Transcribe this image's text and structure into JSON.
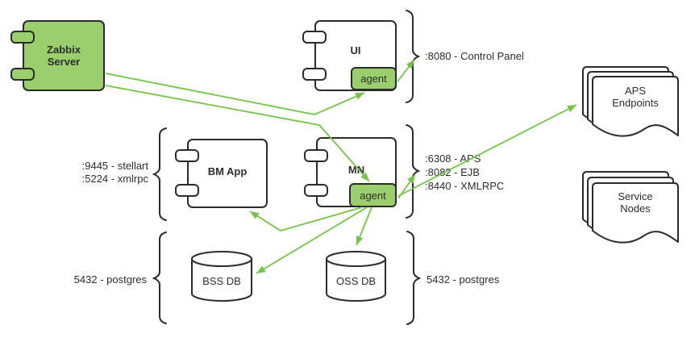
{
  "colors": {
    "component_fill": "#9bce6d",
    "arrow": "#77c24b",
    "stroke": "#2b2b2b"
  },
  "nodes": {
    "zabbix_server": {
      "label": "Zabbix Server"
    },
    "ui": {
      "label": "UI",
      "agent": "agent"
    },
    "bm_app": {
      "label": "BM App"
    },
    "mn": {
      "label": "MN",
      "agent": "agent"
    },
    "bss_db": {
      "label": "BSS DB"
    },
    "oss_db": {
      "label": "OSS DB"
    },
    "aps_endpoints": {
      "label": "APS Endpoints"
    },
    "service_nodes": {
      "label": "Service Nodes"
    }
  },
  "port_annotations": {
    "ui": {
      "lines": [
        ":8080 - Control Panel"
      ]
    },
    "bm_app": {
      "lines": [
        ":9445 - stellart",
        ":5224 - xmlrpc"
      ]
    },
    "mn": {
      "lines": [
        ":6308 - APS",
        ":8082 - EJB",
        ":8440 - XMLRPC"
      ]
    },
    "bss_db": {
      "lines": [
        "5432 - postgres"
      ]
    },
    "oss_db": {
      "lines": [
        "5432 - postgres"
      ]
    }
  }
}
